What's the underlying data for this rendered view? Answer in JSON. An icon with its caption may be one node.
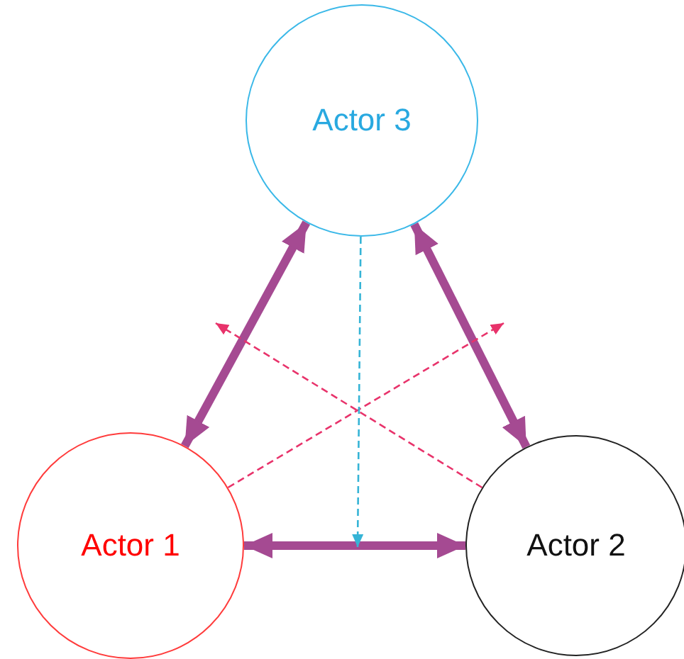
{
  "diagram": {
    "nodes": [
      {
        "text": [
          "Actor 3"
        ]
      },
      {
        "text": [
          "Actor 1"
        ]
      },
      {
        "text": [
          "Actor 2"
        ]
      }
    ],
    "edges": [
      {
        "from": 0,
        "to": 1,
        "arrow": "both",
        "style": "thick",
        "color": "#a54a92"
      },
      {
        "from": 0,
        "to": 2,
        "arrow": "both",
        "style": "thick",
        "color": "#a54a92"
      },
      {
        "from": 1,
        "to": 2,
        "arrow": "both",
        "style": "thick",
        "color": "#a54a92"
      },
      {
        "from": 1,
        "to": null,
        "arrow": "to",
        "style": "dashed",
        "color": "#e8336b"
      },
      {
        "from": 2,
        "to": null,
        "arrow": "to",
        "style": "dashed",
        "color": "#e8336b"
      },
      {
        "from": 0,
        "to": null,
        "arrow": "to",
        "style": "dashed",
        "color": "#36b4d6"
      }
    ]
  }
}
